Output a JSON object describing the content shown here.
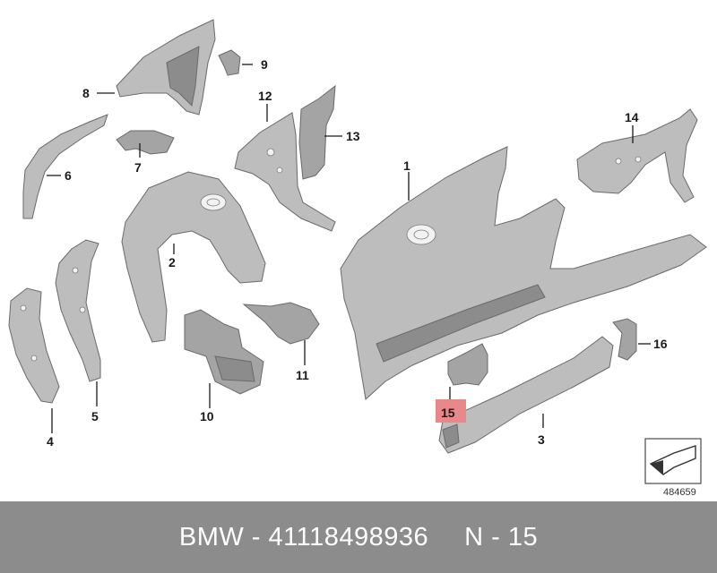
{
  "diagram": {
    "reference_number": "484659",
    "highlight_color": "#e8888a",
    "callouts": [
      {
        "label": "1"
      },
      {
        "label": "2"
      },
      {
        "label": "3"
      },
      {
        "label": "4"
      },
      {
        "label": "5"
      },
      {
        "label": "6"
      },
      {
        "label": "7"
      },
      {
        "label": "8"
      },
      {
        "label": "9"
      },
      {
        "label": "10"
      },
      {
        "label": "11"
      },
      {
        "label": "12"
      },
      {
        "label": "13"
      },
      {
        "label": "14"
      },
      {
        "label": "15"
      },
      {
        "label": "16"
      }
    ]
  },
  "footer": {
    "brand_part": "BMW - 41118498936",
    "position_label": "N - 15",
    "background_color": "#8c8c8c"
  }
}
